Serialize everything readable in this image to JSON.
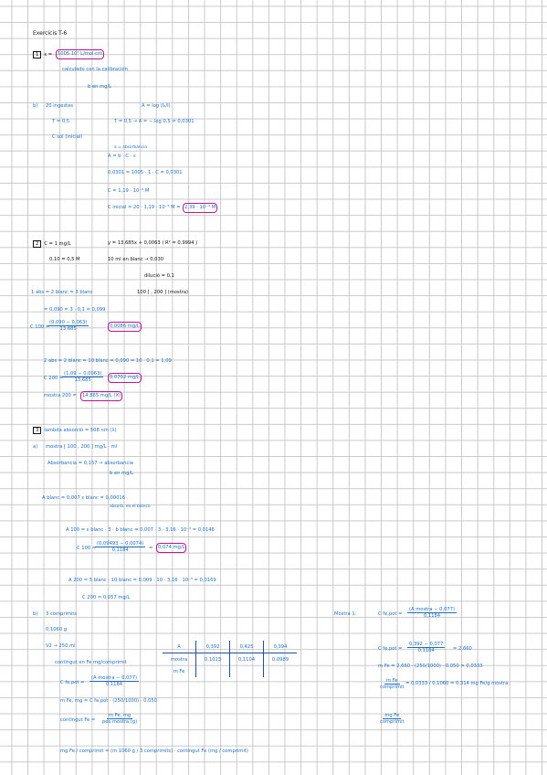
{
  "header": {
    "title": "Exercicis T-6"
  },
  "ex1": {
    "number": "1",
    "eps": "ε =",
    "eps_val": "1005·10³ L/mol·cm",
    "calc_line": "calculado con la calibración",
    "b_line": "b en mg/L",
    "b_label": "b)",
    "b_text": "20 ingestes",
    "abs_eq": "A = log (I₀/I)",
    "T_val": "T = 0,5",
    "T_eq": "T = 0,5 → A = − log 0,5 = 0,0301",
    "c_label": "C sol (inicial)",
    "a_note": "a = absorbancia",
    "beer": "A = b · C · ε",
    "eq1": "0,0301 = 1005 · 1 · C = 0,0301",
    "c_eq": "C = 1,19 · 10⁻⁵ M",
    "c_inicial": "C inicial = 20 · 1,19 · 10⁻⁵ M =",
    "c_inicial_box": "2,39 · 10⁻⁴ M"
  },
  "ex2": {
    "number": "2",
    "c_val": "C = 1 mg/L",
    "regression": "y = 13,685x + 0,0063   ( R² = 0,9994 )",
    "vol": "0,10 = 0,5 M",
    "blank": "10 ml en blanc → 0,030",
    "dilution": "dilució = 0,1",
    "abs_a": "1 abs = 2 blanc = 3 blanc",
    "range": "100 [ , 200 ]  (mostra)",
    "a_eq": "= 0,090 = 3 · 0,1 = 0,099",
    "c1_pre": "C 100 =",
    "c1_num": "(0,090 − 0,063)",
    "c1_den": "13,685",
    "c1_res": "0,0086 mg/L",
    "abs_b": "2 abs = 2 blanc = 10 blanc = 0,090 = 10 · 0,1 = 1,09",
    "c2_pre": "C 200 =",
    "c2_num": "(1,09 − 0,0063)",
    "c2_den": "13,685",
    "c2_res": "0,0702 mg/L",
    "c3_pre": "mostra 200 =",
    "c3_res": "14,865 mg/L (X)"
  },
  "ex3": {
    "number": "3",
    "lambda": "lambda absorció = 508 nm (λ)",
    "a_label": "a)",
    "range": "mostra [ 100 , 200 ]   mg/L · ml",
    "abs": "Absorbancia = 0,157 → absorbancia",
    "b_note": "b  en mg/L",
    "blank": "A blanc = 0,007   ε blanc = 0,00016",
    "blank_note": "absorb. en el blanco",
    "a100": "A 100 = ε blanc · 3 · b blanc = 0,007 · 3 · 3,16 · 10⁻³ = 0,0146",
    "c100_pre": "C 100 =",
    "c100_num": "(0,09493 − 0,0074)",
    "c100_den": "0,1184",
    "c100_eq": "=",
    "c100_res": "0,074 mg/L",
    "a200": "A 200 = 5 blanc · 10 blanc = 0,009 · 10 · 3,16 · 10⁻³ = 0,0169",
    "c200": "C 200 = 0,057 mg/L",
    "b_label": "b)",
    "b_text": "3 comprimits",
    "mass": "0,1060 g",
    "vol": "V2 → 250 ml",
    "contingut": "contingut en Fe  mg/comprimit",
    "cfe_pre": "C fe,pot =",
    "cfe_num": "(A mostra − 0,077)",
    "cfe_den": "0,1184",
    "mfe": "m Fe, mg = C fe,pot · (250/1000) · 0,050",
    "cont_pre": "contingut Fe =",
    "cont_num": "m Fe, mg",
    "cont_den": "pes mostra (g)",
    "final": "mg Fe / comprimit = (m 1060 g / 3 comprimits) · contingut Fe (mg / comprimit)"
  },
  "table": {
    "rows": [
      [
        "A",
        "0,392",
        "0,425",
        "0,394"
      ],
      [
        "mostra",
        "0,1023",
        "0,1104",
        "0,0989"
      ],
      [
        "m Fe",
        "",
        "",
        ""
      ]
    ]
  },
  "right": {
    "label": "Mostra 1:",
    "cfe_pre": "C fe,pot =",
    "cfe_num": "(A mostra − 0,077)",
    "cfe_den": "0,1184",
    "cfe2_pre": "C fe,pot =",
    "cfe2_num": "0,392 − 0,077",
    "cfe2_den": "0,1184",
    "cfe2_res": "= 2,660",
    "mfe": "m Fe = 2,660 · (250/1000) · 0,050 = 0,0333",
    "mfe2_num": "m Fe",
    "mfe2_den": "comprimit",
    "mfe2_res": "= 0,0333 / 0,1060 = 0,314 mg Fe/g mostra",
    "mfe3_num": "mg Fe",
    "mfe3_den": "comprimit"
  }
}
